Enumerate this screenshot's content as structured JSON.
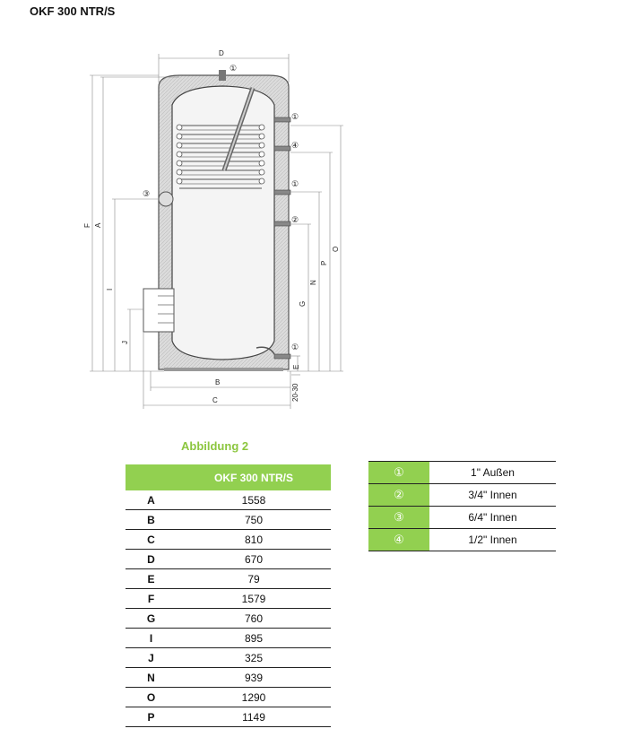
{
  "page_title": "OKF 300 NTR/S",
  "figure_caption": "Abbildung 2",
  "drawing": {
    "dimension_labels": [
      "D",
      "F",
      "A",
      "I",
      "J",
      "B",
      "C",
      "G",
      "N",
      "P",
      "O",
      "E",
      "20-30"
    ],
    "callouts": [
      "①",
      "①",
      "④",
      "①",
      "②",
      "③",
      "①"
    ]
  },
  "dimensions_table": {
    "header": "OKF 300 NTR/S",
    "rows": [
      {
        "key": "A",
        "value": "1558"
      },
      {
        "key": "B",
        "value": "750"
      },
      {
        "key": "C",
        "value": "810"
      },
      {
        "key": "D",
        "value": "670"
      },
      {
        "key": "E",
        "value": "79"
      },
      {
        "key": "F",
        "value": "1579"
      },
      {
        "key": "G",
        "value": "760"
      },
      {
        "key": "I",
        "value": "895"
      },
      {
        "key": "J",
        "value": "325"
      },
      {
        "key": "N",
        "value": "939"
      },
      {
        "key": "O",
        "value": "1290"
      },
      {
        "key": "P",
        "value": "1149"
      }
    ]
  },
  "connections_legend": {
    "rows": [
      {
        "symbol": "①",
        "text": "1\" Außen"
      },
      {
        "symbol": "②",
        "text": "3/4\" Innen"
      },
      {
        "symbol": "③",
        "text": "6/4\" Innen"
      },
      {
        "symbol": "④",
        "text": "1/2\" Innen"
      }
    ]
  },
  "colors": {
    "accent": "#92d050",
    "caption": "#8cc63f"
  }
}
